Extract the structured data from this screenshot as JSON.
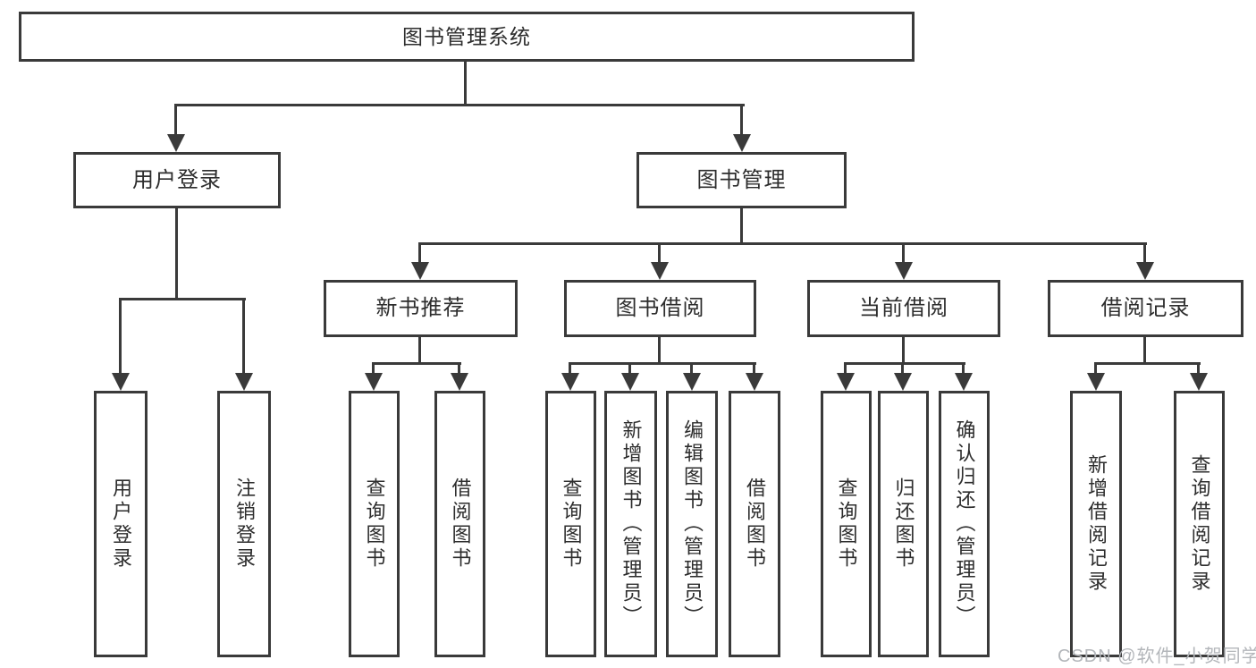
{
  "diagram": {
    "type": "org-chart",
    "tree": {
      "root": {
        "label": "图书管理系统"
      },
      "children": [
        {
          "label": "用户登录",
          "children": [
            {
              "label": "用户登录"
            },
            {
              "label": "注销登录"
            }
          ]
        },
        {
          "label": "图书管理",
          "children": [
            {
              "label": "新书推荐",
              "children": [
                {
                  "label": "查询图书"
                },
                {
                  "label": "借阅图书"
                }
              ]
            },
            {
              "label": "图书借阅",
              "children": [
                {
                  "label": "查询图书"
                },
                {
                  "label": "新增图书（管理员）"
                },
                {
                  "label": "编辑图书（管理员）"
                },
                {
                  "label": "借阅图书"
                }
              ]
            },
            {
              "label": "当前借阅",
              "children": [
                {
                  "label": "查询图书"
                },
                {
                  "label": "归还图书"
                },
                {
                  "label": "确认归还（管理员）"
                }
              ]
            },
            {
              "label": "借阅记录",
              "children": [
                {
                  "label": "新增借阅记录"
                },
                {
                  "label": "查询借阅记录"
                }
              ]
            }
          ]
        }
      ]
    },
    "colors": {
      "line": "#3a3a3a",
      "text": "#2d2d2d",
      "background": "#ffffff",
      "watermark": "#b3b6ba"
    }
  },
  "watermark": {
    "text": "CSDN @软件_小贺同学"
  }
}
